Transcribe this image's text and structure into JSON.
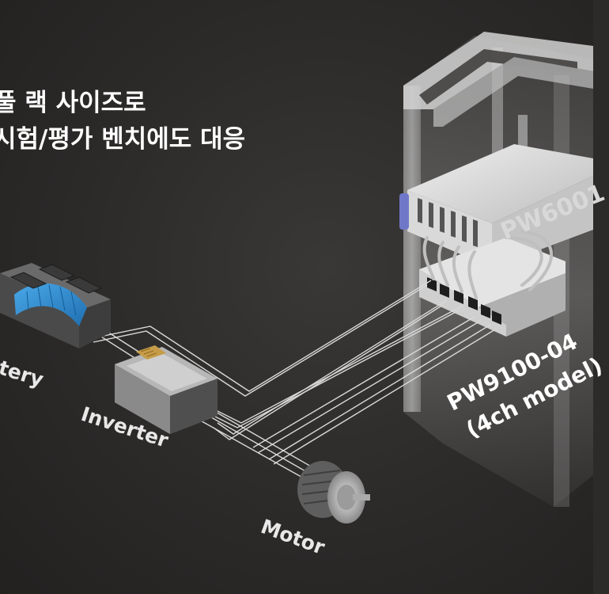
{
  "headline": {
    "line1": "풀 랙 사이즈로",
    "line2": "시험/평가 벤치에도 대응"
  },
  "labels": {
    "battery": "ttery",
    "inverter": "Inverter",
    "motor": "Motor",
    "pw6001": "PW6001",
    "pw9100": "PW9100-04",
    "pw9100_model": "(4ch model)"
  },
  "colors": {
    "background": "#2d2b2a",
    "text": "#ffffff",
    "battery_cells": "#2f8fd0",
    "rack_frame": "#c9c9c9",
    "handle": "#6f78c8",
    "cable": "#d9d9d9"
  }
}
